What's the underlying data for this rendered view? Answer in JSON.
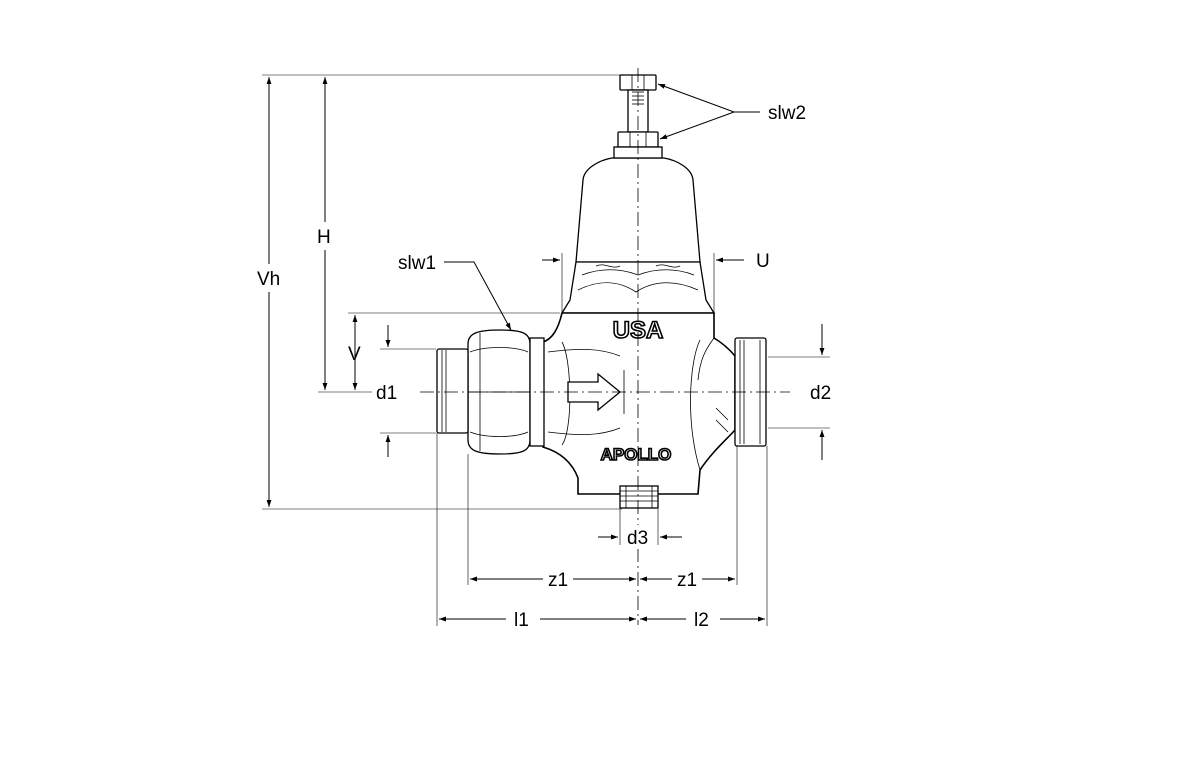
{
  "labels": {
    "slw2": "slw2",
    "H": "H",
    "slw1": "slw1",
    "U": "U",
    "Vh": "Vh",
    "V": "V",
    "d1": "d1",
    "d2": "d2",
    "d3": "d3",
    "z1_left": "z1",
    "z1_right": "z1",
    "l1": "l1",
    "l2": "l2"
  },
  "body_text": {
    "country": "USA",
    "brand": "APOLLO"
  }
}
